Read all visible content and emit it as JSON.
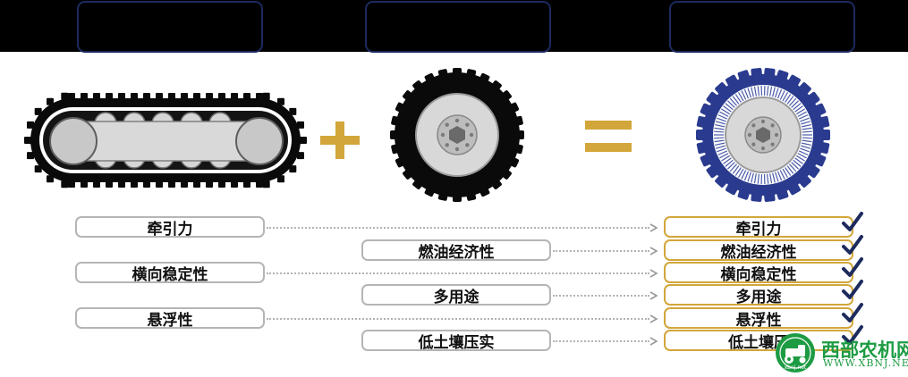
{
  "colors": {
    "gold": "#d2a63a",
    "navy": "#1c2a5e",
    "tire_blue": "#2a3b8f",
    "pill_border": "#b5b5b5",
    "watermark_green": "#1d9b43"
  },
  "left_column": [
    "牵引力",
    "横向稳定性",
    "悬浮性"
  ],
  "middle_column": [
    "燃油经济性",
    "多用途",
    "低土壤压实"
  ],
  "result_column": [
    "牵引力",
    "燃油经济性",
    "横向稳定性",
    "多用途",
    "悬浮性",
    "低土壤压"
  ],
  "symbols": {
    "plus": "+",
    "equals": "="
  },
  "icons": [
    "crawler-track-icon",
    "tire-icon",
    "hybrid-tire-icon",
    "checkmark-icon",
    "arrow-right-icon"
  ],
  "watermark": {
    "cn": "西部农机网",
    "en": "WWW.XBNJ.NET",
    "logo_text": "xbnj.net"
  }
}
